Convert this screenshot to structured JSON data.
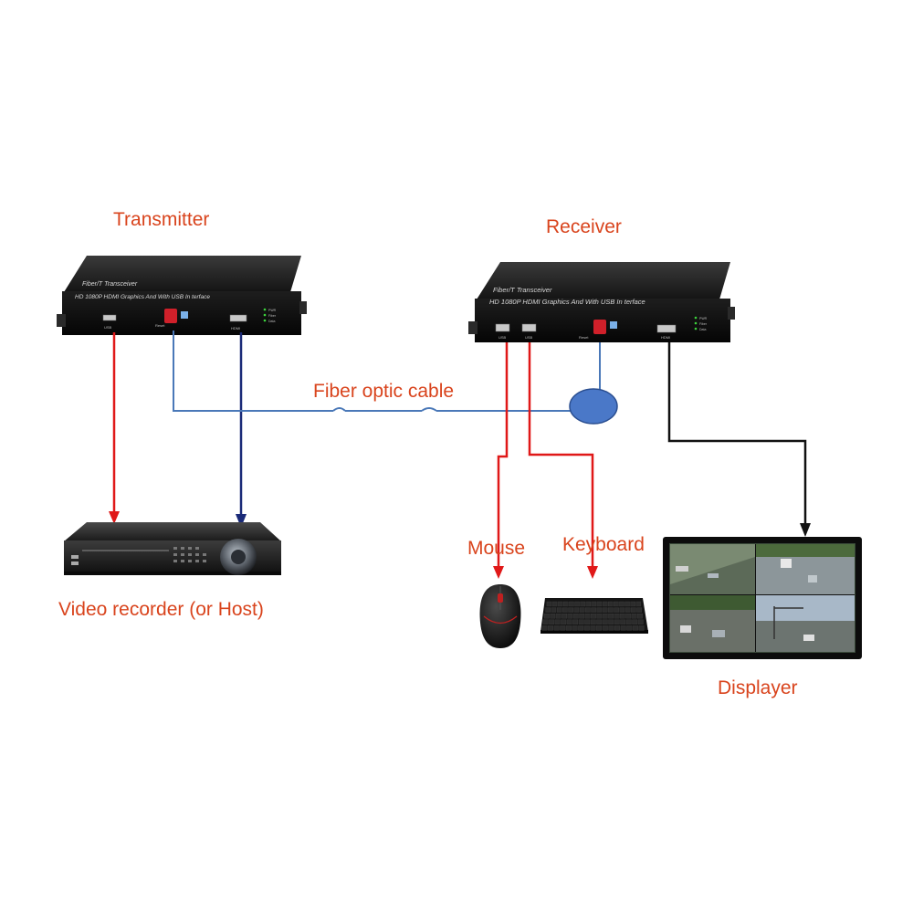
{
  "labels": {
    "transmitter": "Transmitter",
    "receiver": "Receiver",
    "fiber_cable": "Fiber optic cable",
    "recorder": "Video recorder (or Host)",
    "mouse": "Mouse",
    "keyboard": "Keyboard",
    "display": "Displayer"
  },
  "device": {
    "brand_line": "Fiber/T Transceiver",
    "model_line": "HD 1080P HDMI Graphics And With USB In terface",
    "usb_port": "USB",
    "hdmi_port": "HDMI",
    "reset": "Reset",
    "led_pwr": "PWR",
    "led_fiber": "Fiber",
    "led_data": "Data"
  },
  "colors": {
    "label_text": "#d9441d",
    "usb_line": "#e01818",
    "hdmi_line_tx": "#1a2a78",
    "hdmi_line_rx": "#111111",
    "fiber_line": "#4a78b8",
    "fiber_node": "#4a78c8"
  }
}
